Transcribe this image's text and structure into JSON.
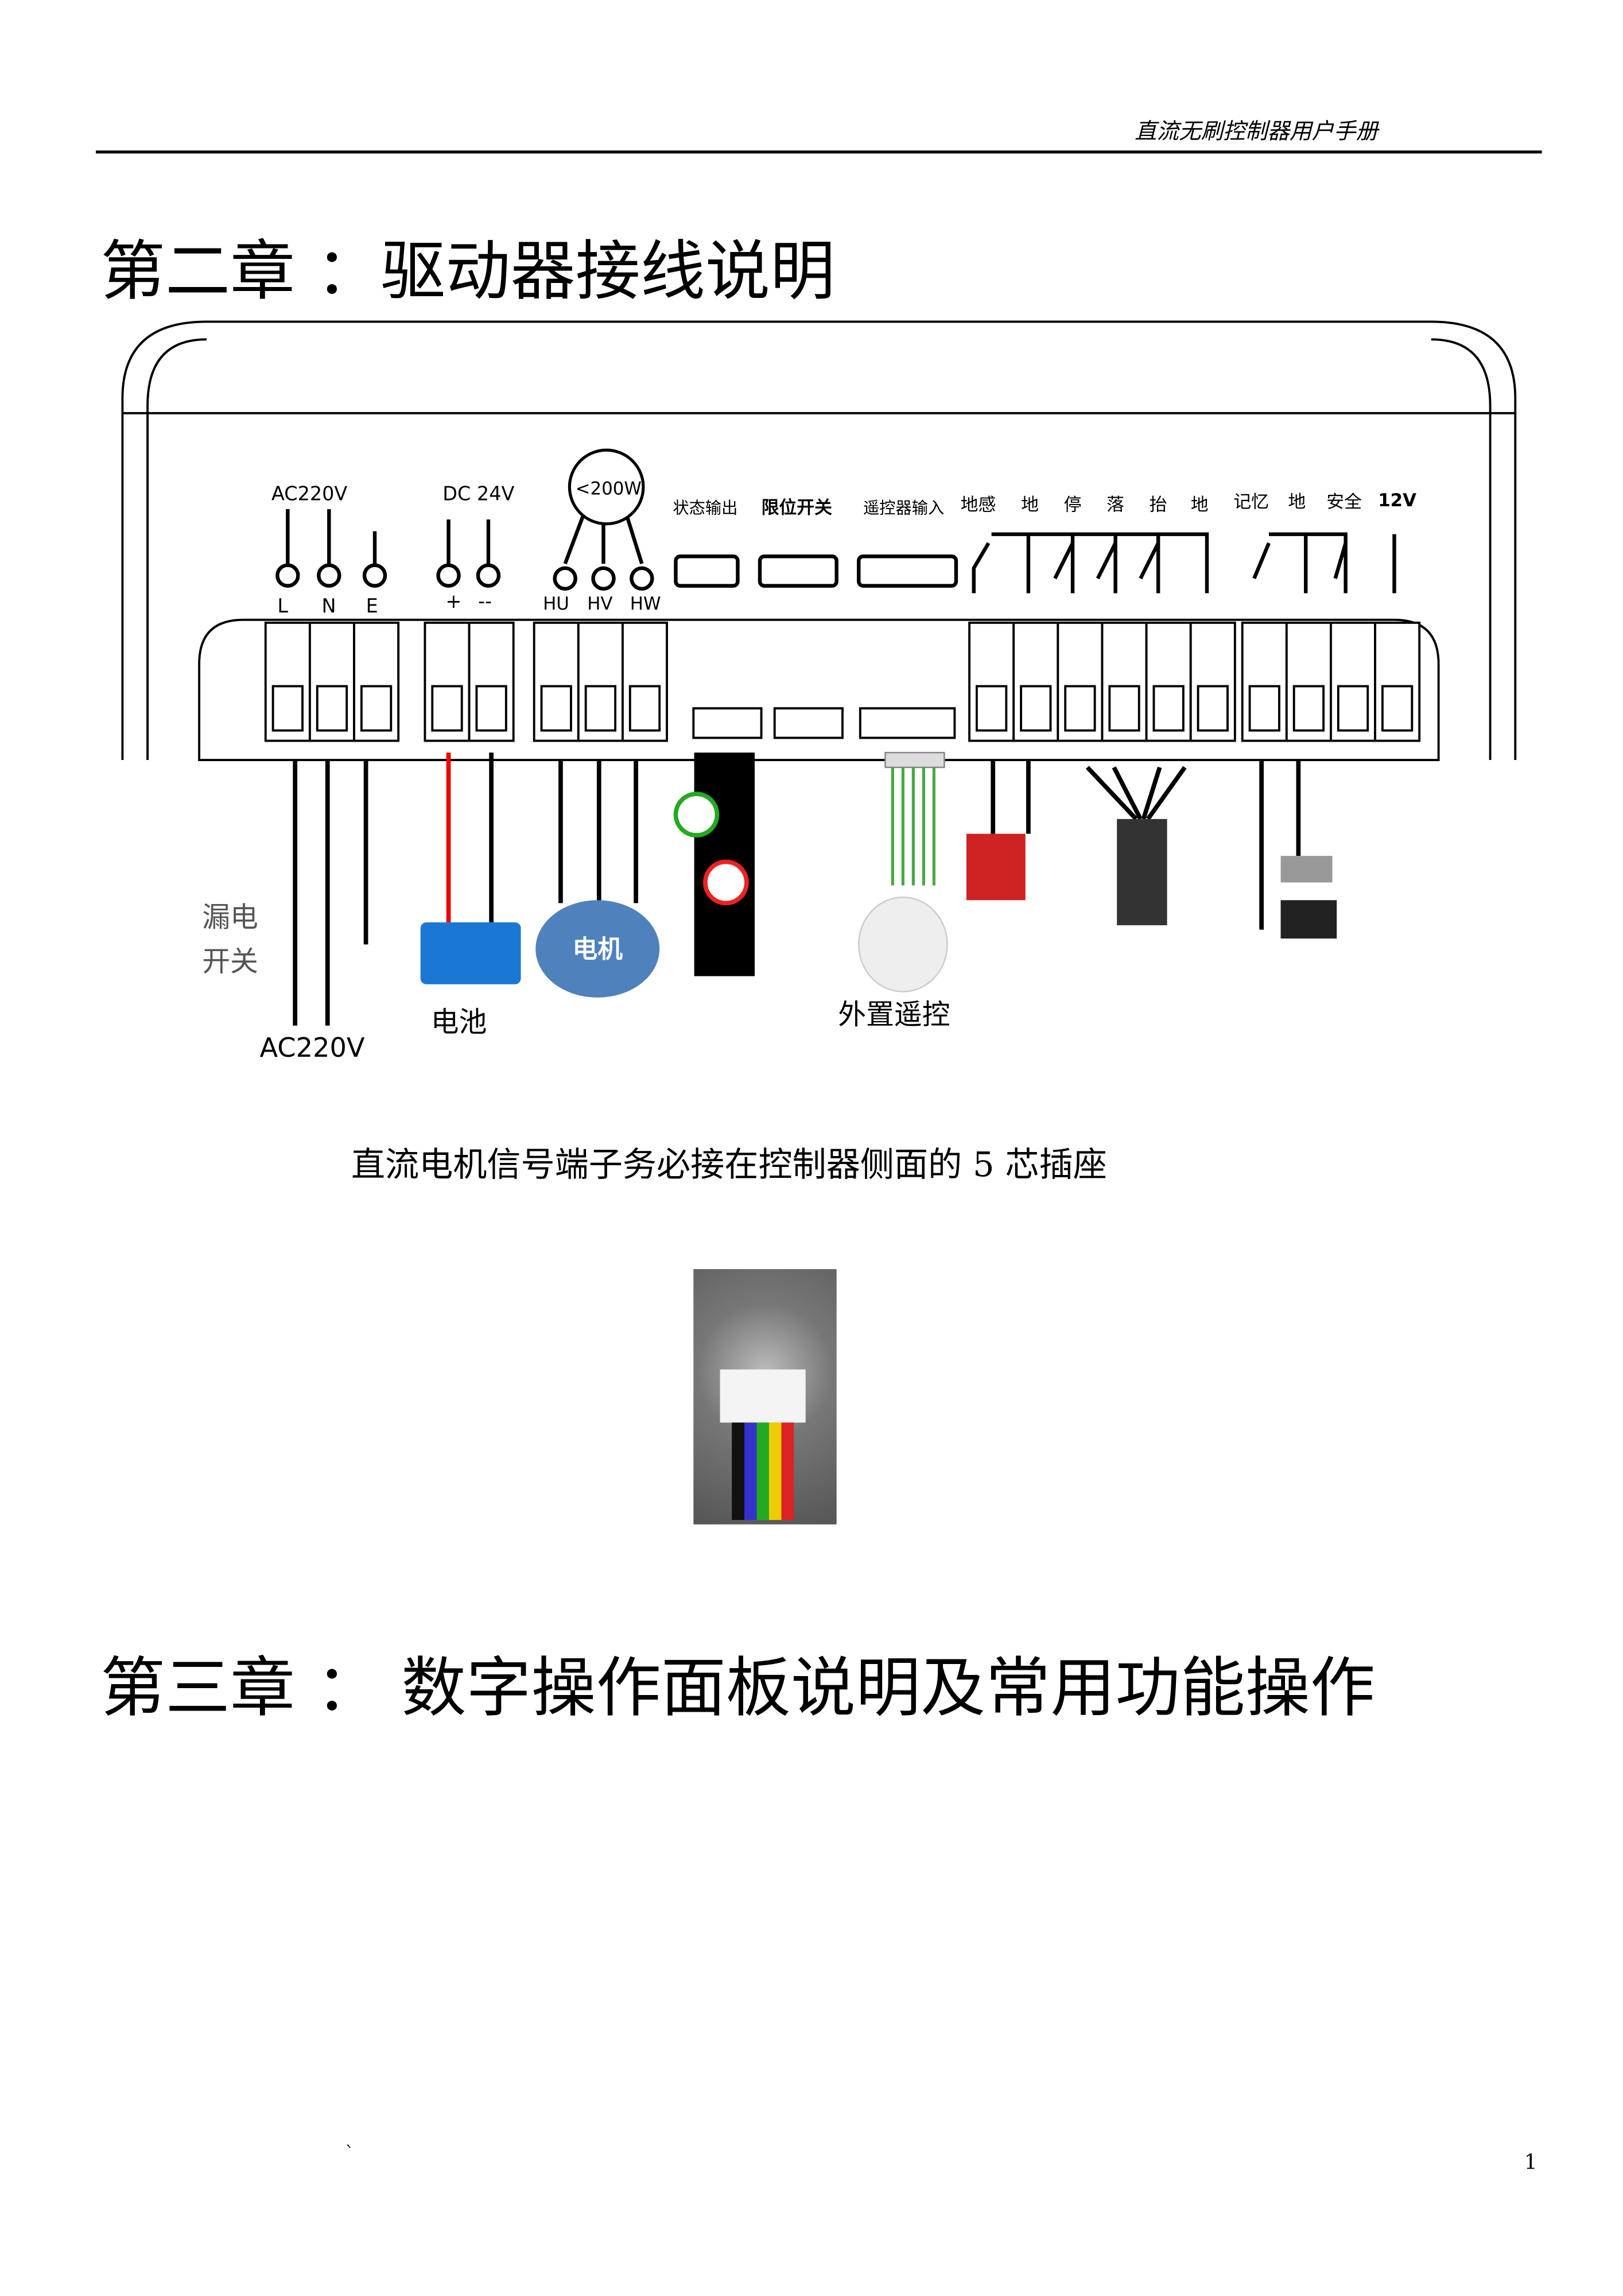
{
  "header": {
    "title": "直流无刷控制器用户手册"
  },
  "chapter2": {
    "title": "第二章 ：驱动器接线说明"
  },
  "diagram": {
    "power": {
      "label": "AC220V",
      "pins": [
        "L",
        "N",
        "E"
      ]
    },
    "dc": {
      "label": "DC 24V",
      "pins": [
        "+",
        "--"
      ]
    },
    "motor": {
      "label": "<200W",
      "pins": [
        "HU",
        "HV",
        "HW"
      ]
    },
    "ports": [
      "状态输出",
      "限位开关",
      "遥控器输入"
    ],
    "switch_labels": [
      "地感",
      "地",
      "停",
      "落",
      "抬",
      "地",
      "记忆",
      "地",
      "安全",
      "12V"
    ],
    "leakage_switch": [
      "漏电",
      "开关"
    ],
    "ac_bottom": "AC220V",
    "battery": "电池",
    "motor_circle": "电机",
    "remote": "外置遥控"
  },
  "caption": "直流电机信号端子务必接在控制器侧面的 5 芯插座",
  "chapter3": {
    "title": "第三章 ： 数字操作面板说明及常用功能操作"
  },
  "page_number": "1",
  "mark": "`"
}
